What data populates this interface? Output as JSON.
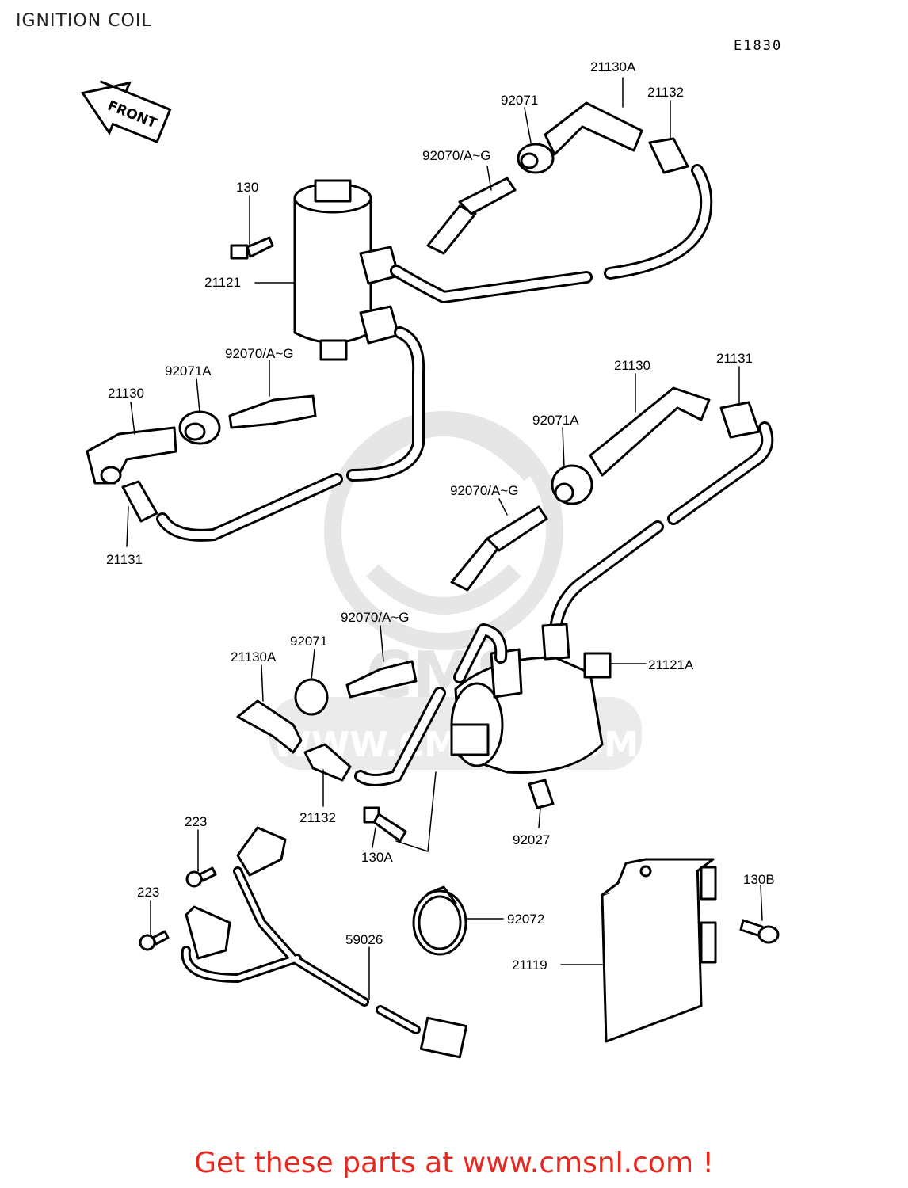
{
  "header": {
    "title": "IGNITION COIL",
    "diagram_code": "E1830"
  },
  "watermark": {
    "brand": "CMS",
    "url": "WWW.CMSNL.COM"
  },
  "front_arrow_label": "FRONT",
  "callouts": [
    {
      "id": "c1",
      "text": "21130A"
    },
    {
      "id": "c2",
      "text": "21132"
    },
    {
      "id": "c3",
      "text": "92071"
    },
    {
      "id": "c4",
      "text": "92070/A~G"
    },
    {
      "id": "c5",
      "text": "130"
    },
    {
      "id": "c6",
      "text": "21121"
    },
    {
      "id": "c7",
      "text": "92070/A~G"
    },
    {
      "id": "c8",
      "text": "92071A"
    },
    {
      "id": "c9",
      "text": "21130"
    },
    {
      "id": "c10",
      "text": "21131"
    },
    {
      "id": "c11",
      "text": "21130"
    },
    {
      "id": "c12",
      "text": "21131"
    },
    {
      "id": "c13",
      "text": "92071A"
    },
    {
      "id": "c14",
      "text": "92070/A~G"
    },
    {
      "id": "c15",
      "text": "92070/A~G"
    },
    {
      "id": "c16",
      "text": "92071"
    },
    {
      "id": "c17",
      "text": "21130A"
    },
    {
      "id": "c18",
      "text": "21121A"
    },
    {
      "id": "c19",
      "text": "21132"
    },
    {
      "id": "c20",
      "text": "130A"
    },
    {
      "id": "c21",
      "text": "92027"
    },
    {
      "id": "c22",
      "text": "223"
    },
    {
      "id": "c23",
      "text": "223"
    },
    {
      "id": "c24",
      "text": "59026"
    },
    {
      "id": "c25",
      "text": "92072"
    },
    {
      "id": "c26",
      "text": "130B"
    },
    {
      "id": "c27",
      "text": "21119"
    }
  ],
  "footer": {
    "promo": "Get these parts at www.cmsnl.com !"
  }
}
